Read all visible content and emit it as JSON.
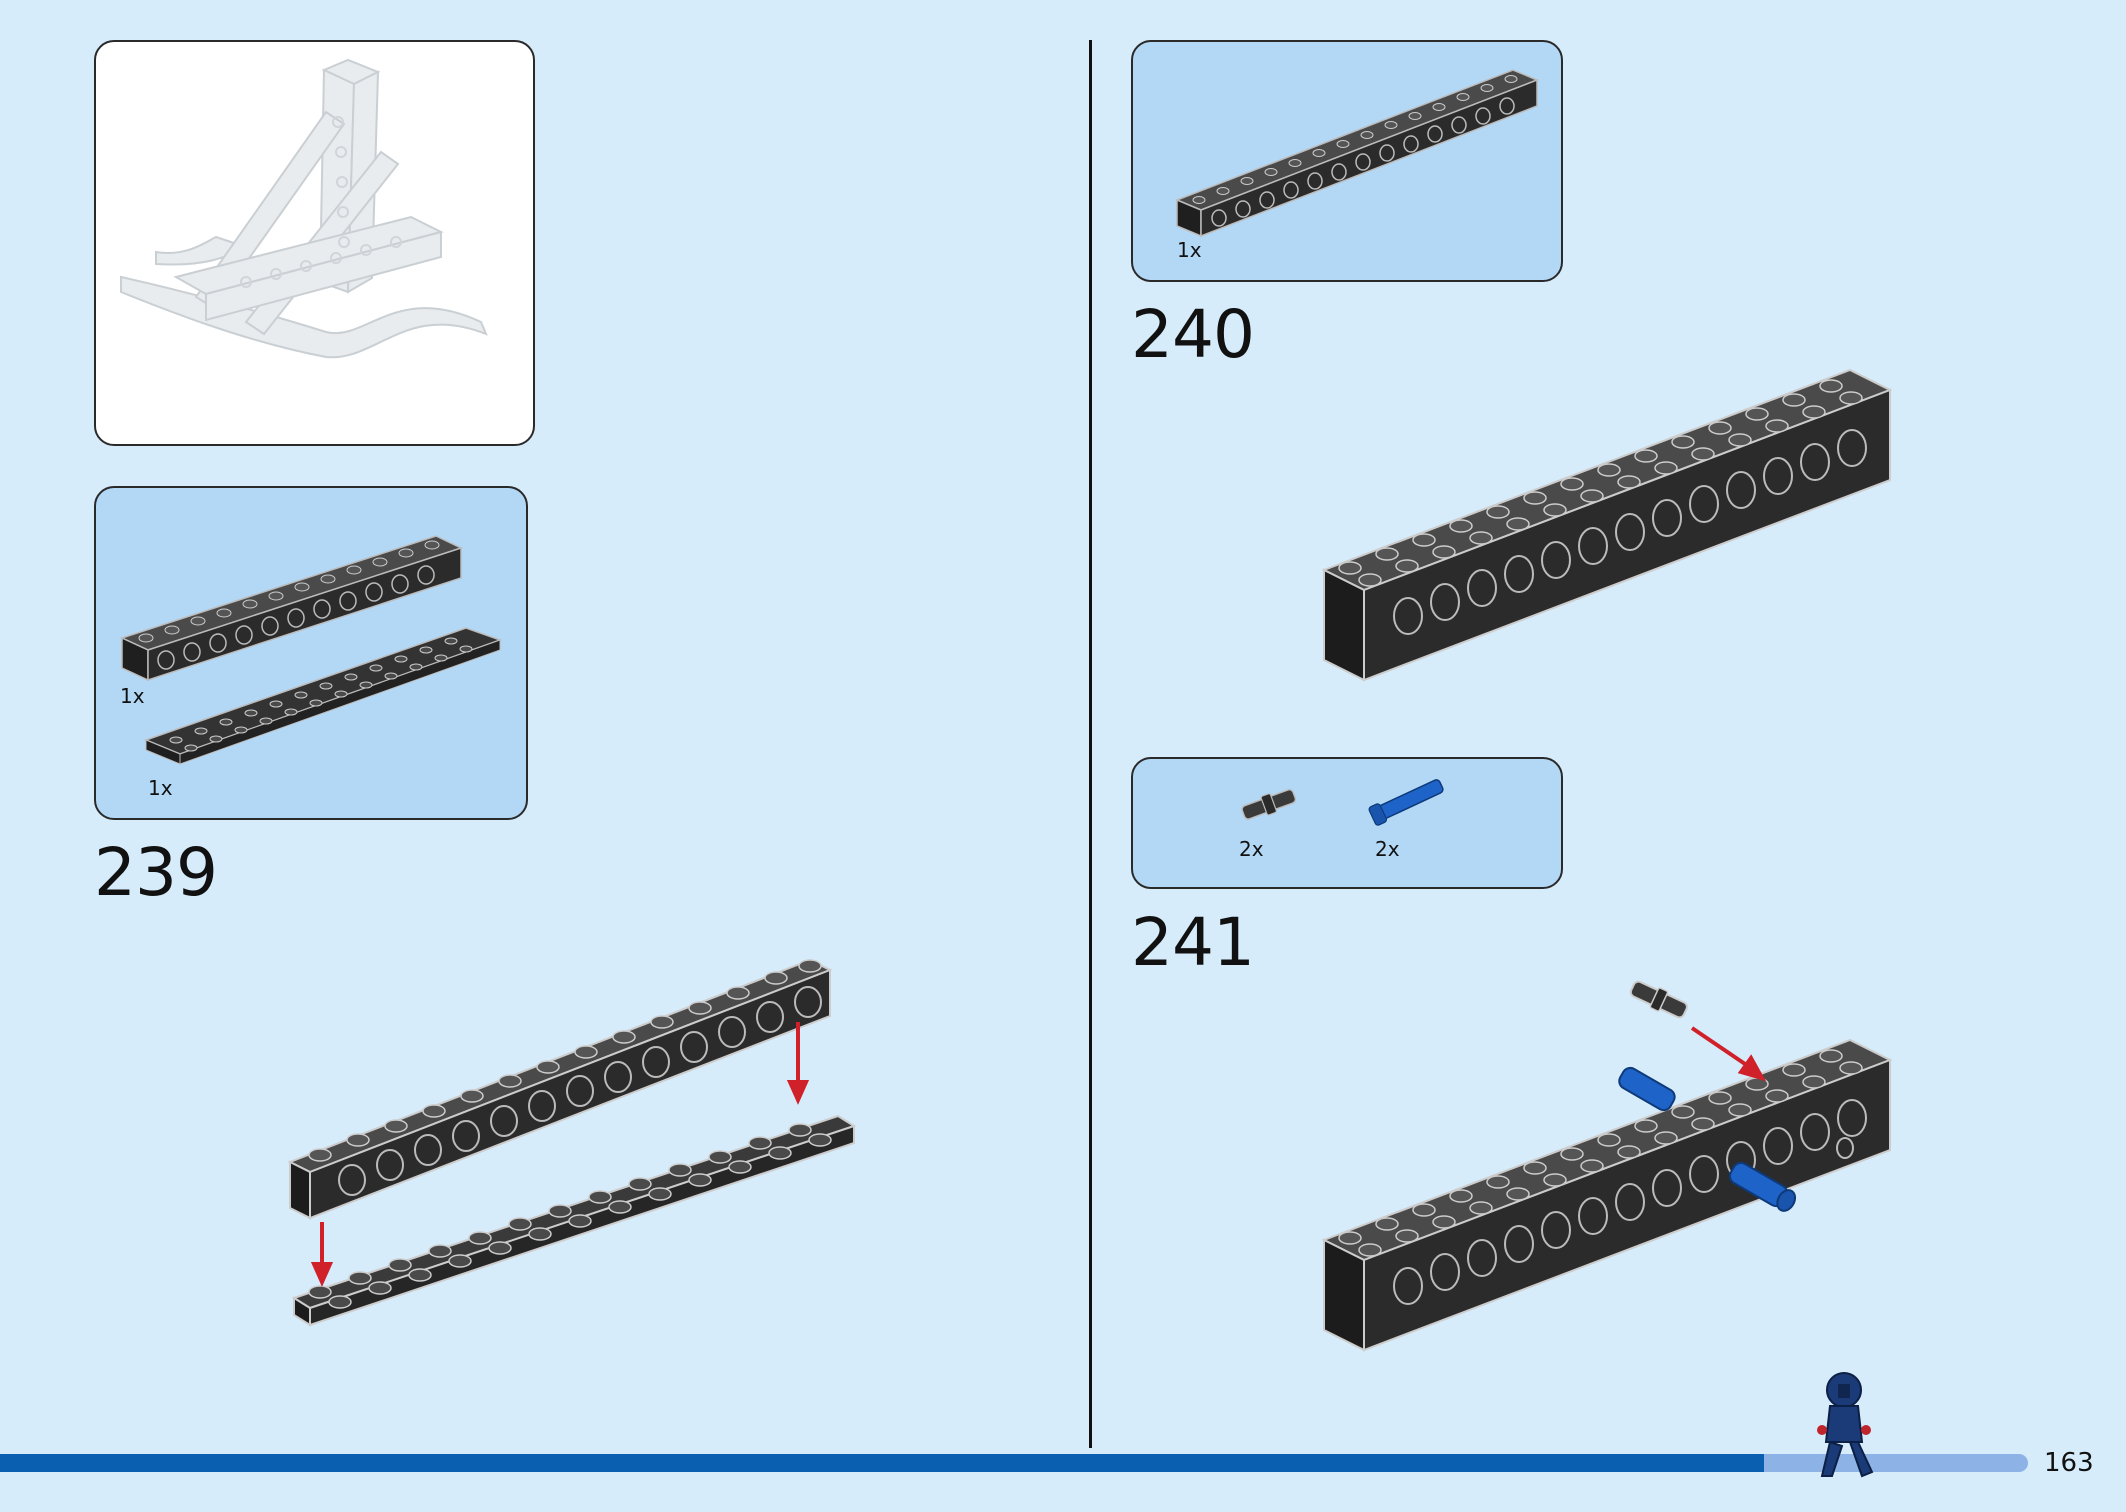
{
  "steps": [
    {
      "number": "239",
      "parts": [
        {
          "qty": "1x"
        },
        {
          "qty": "1x"
        }
      ]
    },
    {
      "number": "240",
      "parts": [
        {
          "qty": "1x"
        }
      ]
    },
    {
      "number": "241",
      "parts": [
        {
          "qty": "2x"
        },
        {
          "qty": "2x"
        }
      ]
    }
  ],
  "page": {
    "number": "163",
    "progress_percent": 87
  },
  "colors": {
    "background": "#d6ecfa",
    "parts_panel": "#b3d8f6",
    "brick": "#2b2b2b",
    "pin_blue": "#1e63c8",
    "arrow_red": "#d0202a",
    "progress_fill": "#0a5fb0",
    "progress_track": "#8db3e6"
  },
  "icons": [
    "character-figure-icon"
  ]
}
